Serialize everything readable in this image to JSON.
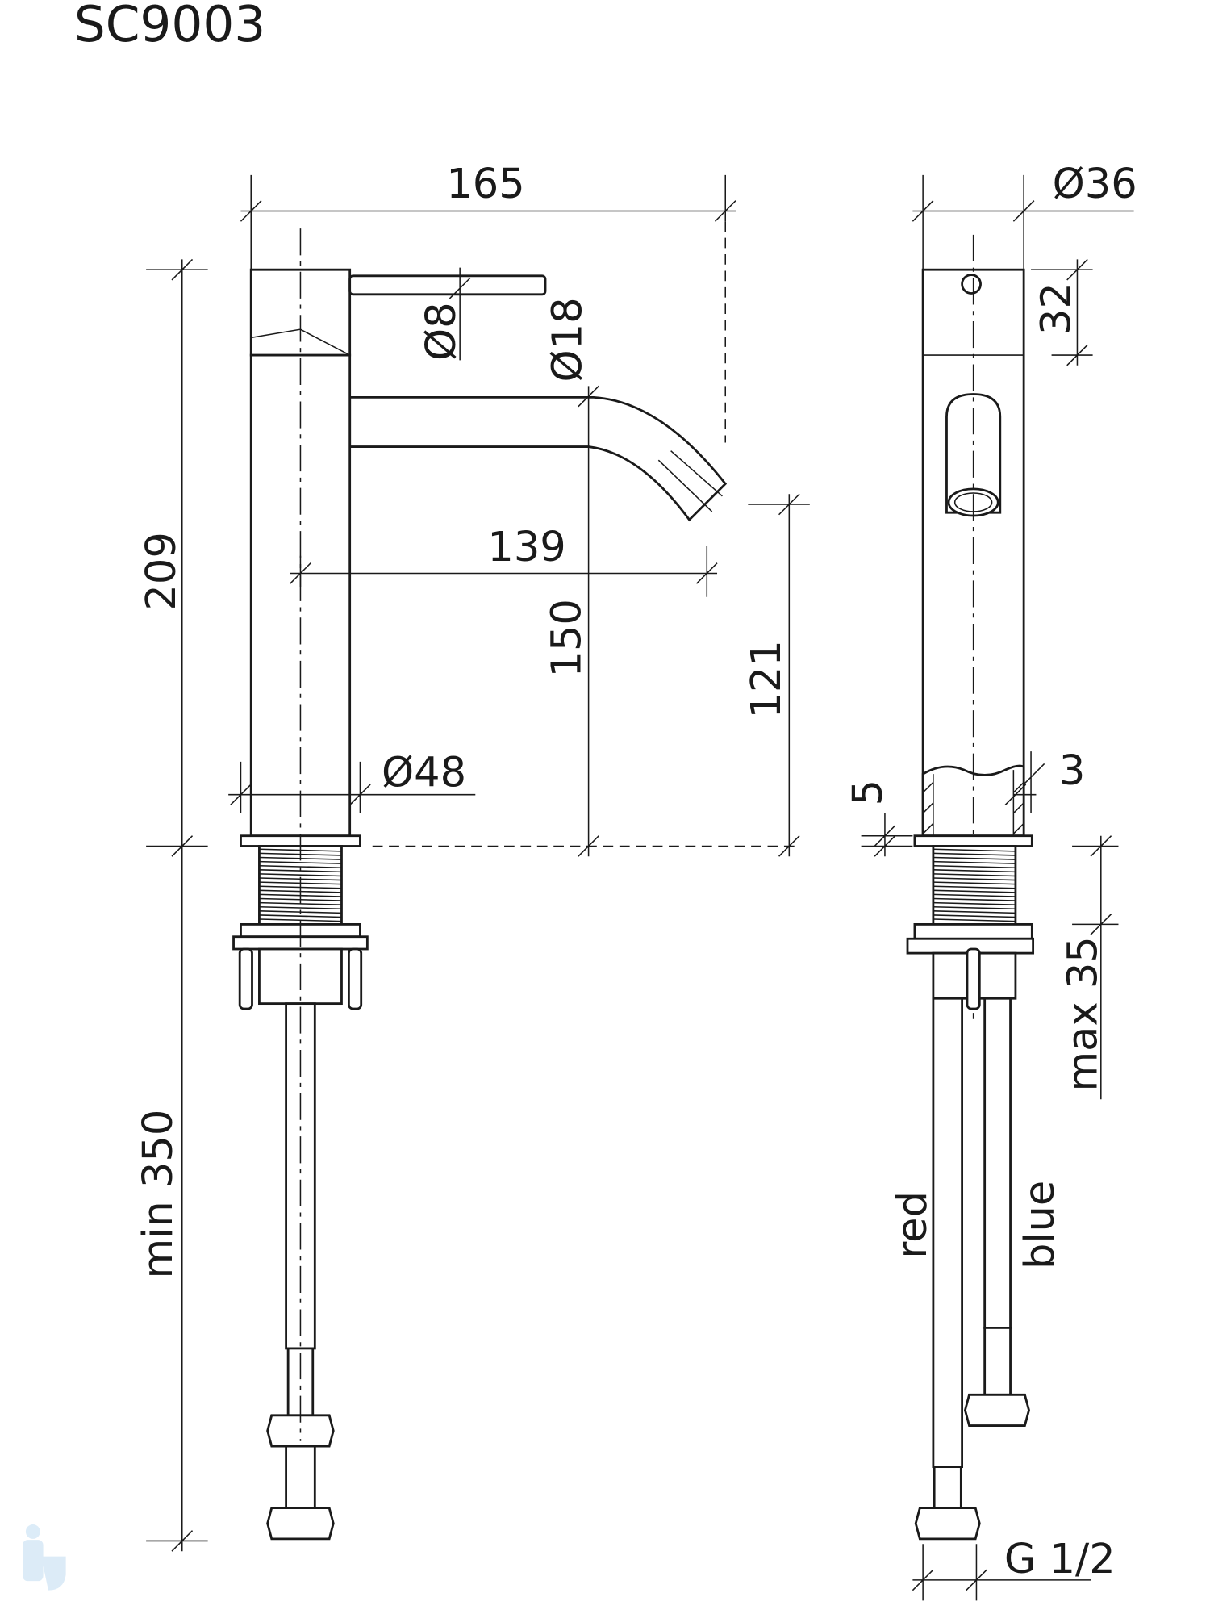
{
  "title": "SC9003",
  "dimensions": {
    "width_total": "165",
    "height_total": "209",
    "lever_dia": "Ø8",
    "spout_dia": "Ø18",
    "spout_reach": "139",
    "spout_height": "150",
    "outlet_height": "121",
    "body_dia": "Ø48",
    "hose_length": "min 350",
    "side_dia": "Ø36",
    "cap_height": "32",
    "flange_thickness": "5",
    "wall_thickness": "3",
    "max_deck": "max 35",
    "connection": "G 1/2"
  },
  "labels": {
    "hot": "red",
    "cold": "blue"
  }
}
